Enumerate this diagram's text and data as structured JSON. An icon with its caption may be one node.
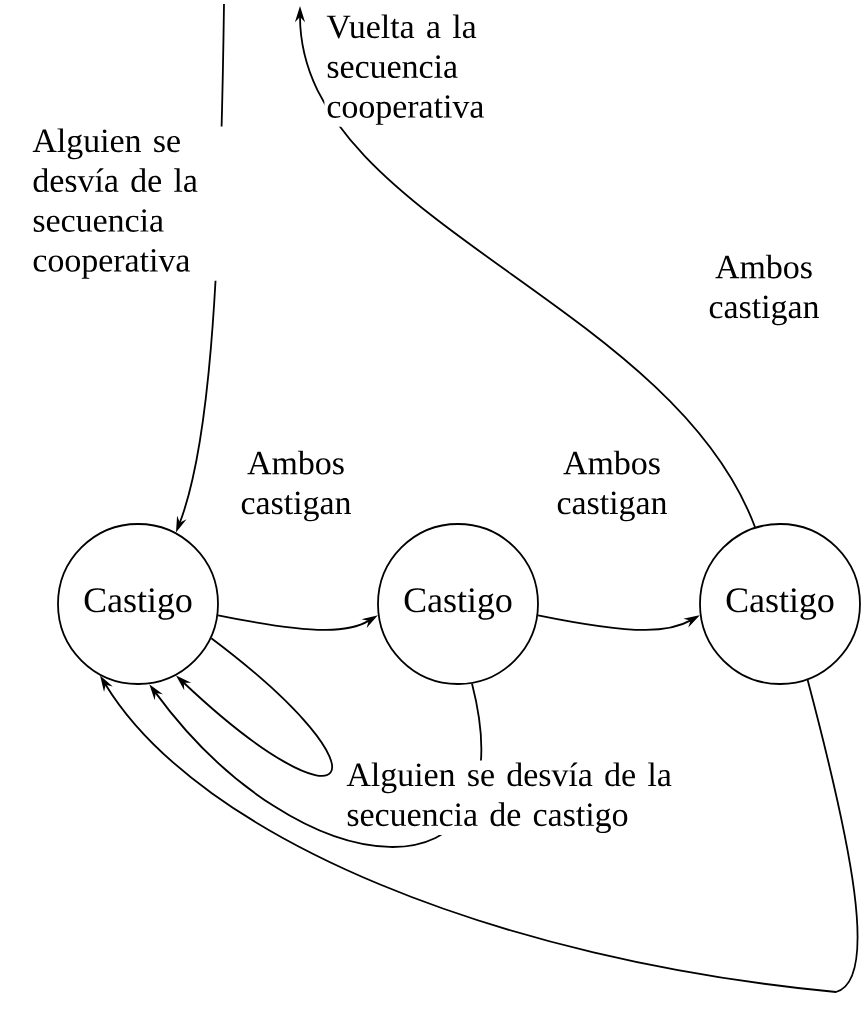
{
  "diagram": {
    "nodes": [
      {
        "text": [
          "Castigo"
        ]
      },
      {
        "text": [
          "Castigo"
        ]
      },
      {
        "text": [
          "Castigo"
        ]
      }
    ],
    "edges": [
      {
        "from": null,
        "to": 0,
        "arrow": "to",
        "label": "Alguien se desvía de la secuencia cooperativa"
      },
      {
        "from": 0,
        "to": 1,
        "arrow": "to",
        "label": "Ambos castigan"
      },
      {
        "from": 1,
        "to": 2,
        "arrow": "to",
        "label": "Ambos castigan"
      },
      {
        "from": 2,
        "to": null,
        "arrow": "to",
        "label": "Vuelta a la secuencia cooperativa"
      },
      {
        "from": 0,
        "to": 0,
        "arrow": "to"
      },
      {
        "from": 1,
        "to": 0,
        "arrow": "to"
      },
      {
        "from": 2,
        "to": 0,
        "arrow": "to"
      }
    ],
    "labels": [
      "Ambos castigan",
      "Alguien se desvía de la secuencia de castigo"
    ]
  }
}
